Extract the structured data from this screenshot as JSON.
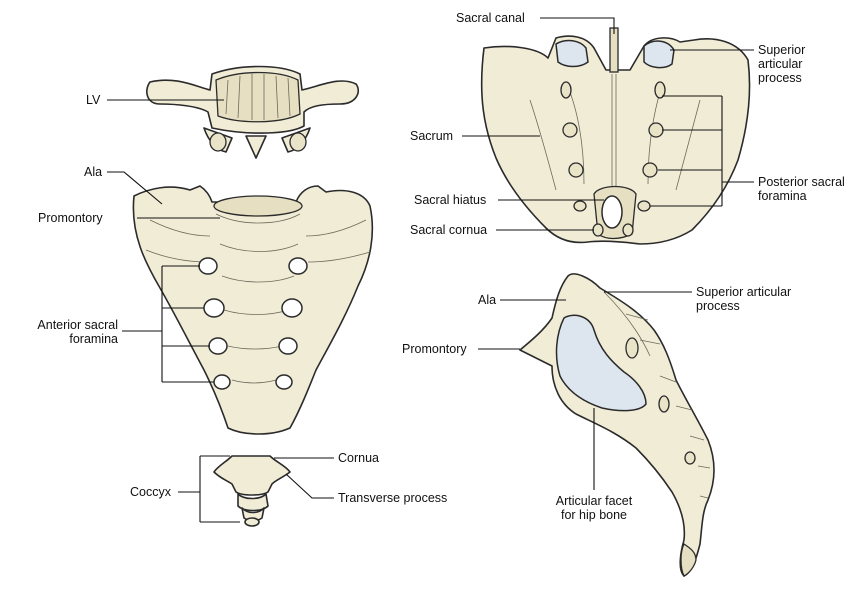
{
  "labels": {
    "lv": "LV",
    "ala_anterior": "Ala",
    "promontory_anterior": "Promontory",
    "anterior_sacral_foramina_1": "Anterior sacral",
    "anterior_sacral_foramina_2": "foramina",
    "coccyx": "Coccyx",
    "cornua": "Cornua",
    "transverse_process": "Transverse process",
    "sacral_canal": "Sacral canal",
    "superior_articular_process_1": "Superior",
    "superior_articular_process_2": "articular",
    "superior_articular_process_3": "process",
    "sacrum": "Sacrum",
    "posterior_sacral_foramina_1": "Posterior sacral",
    "posterior_sacral_foramina_2": "foramina",
    "sacral_hiatus": "Sacral hiatus",
    "sacral_cornua": "Sacral cornua",
    "ala_lateral": "Ala",
    "superior_articular_lateral_1": "Superior articular",
    "superior_articular_lateral_2": "process",
    "promontory_lateral": "Promontory",
    "articular_facet_1": "Articular facet",
    "articular_facet_2": "for hip bone"
  },
  "colors": {
    "bone": "#f1ecd6",
    "facet": "#dde5ee",
    "outline": "#2b2b2b"
  }
}
